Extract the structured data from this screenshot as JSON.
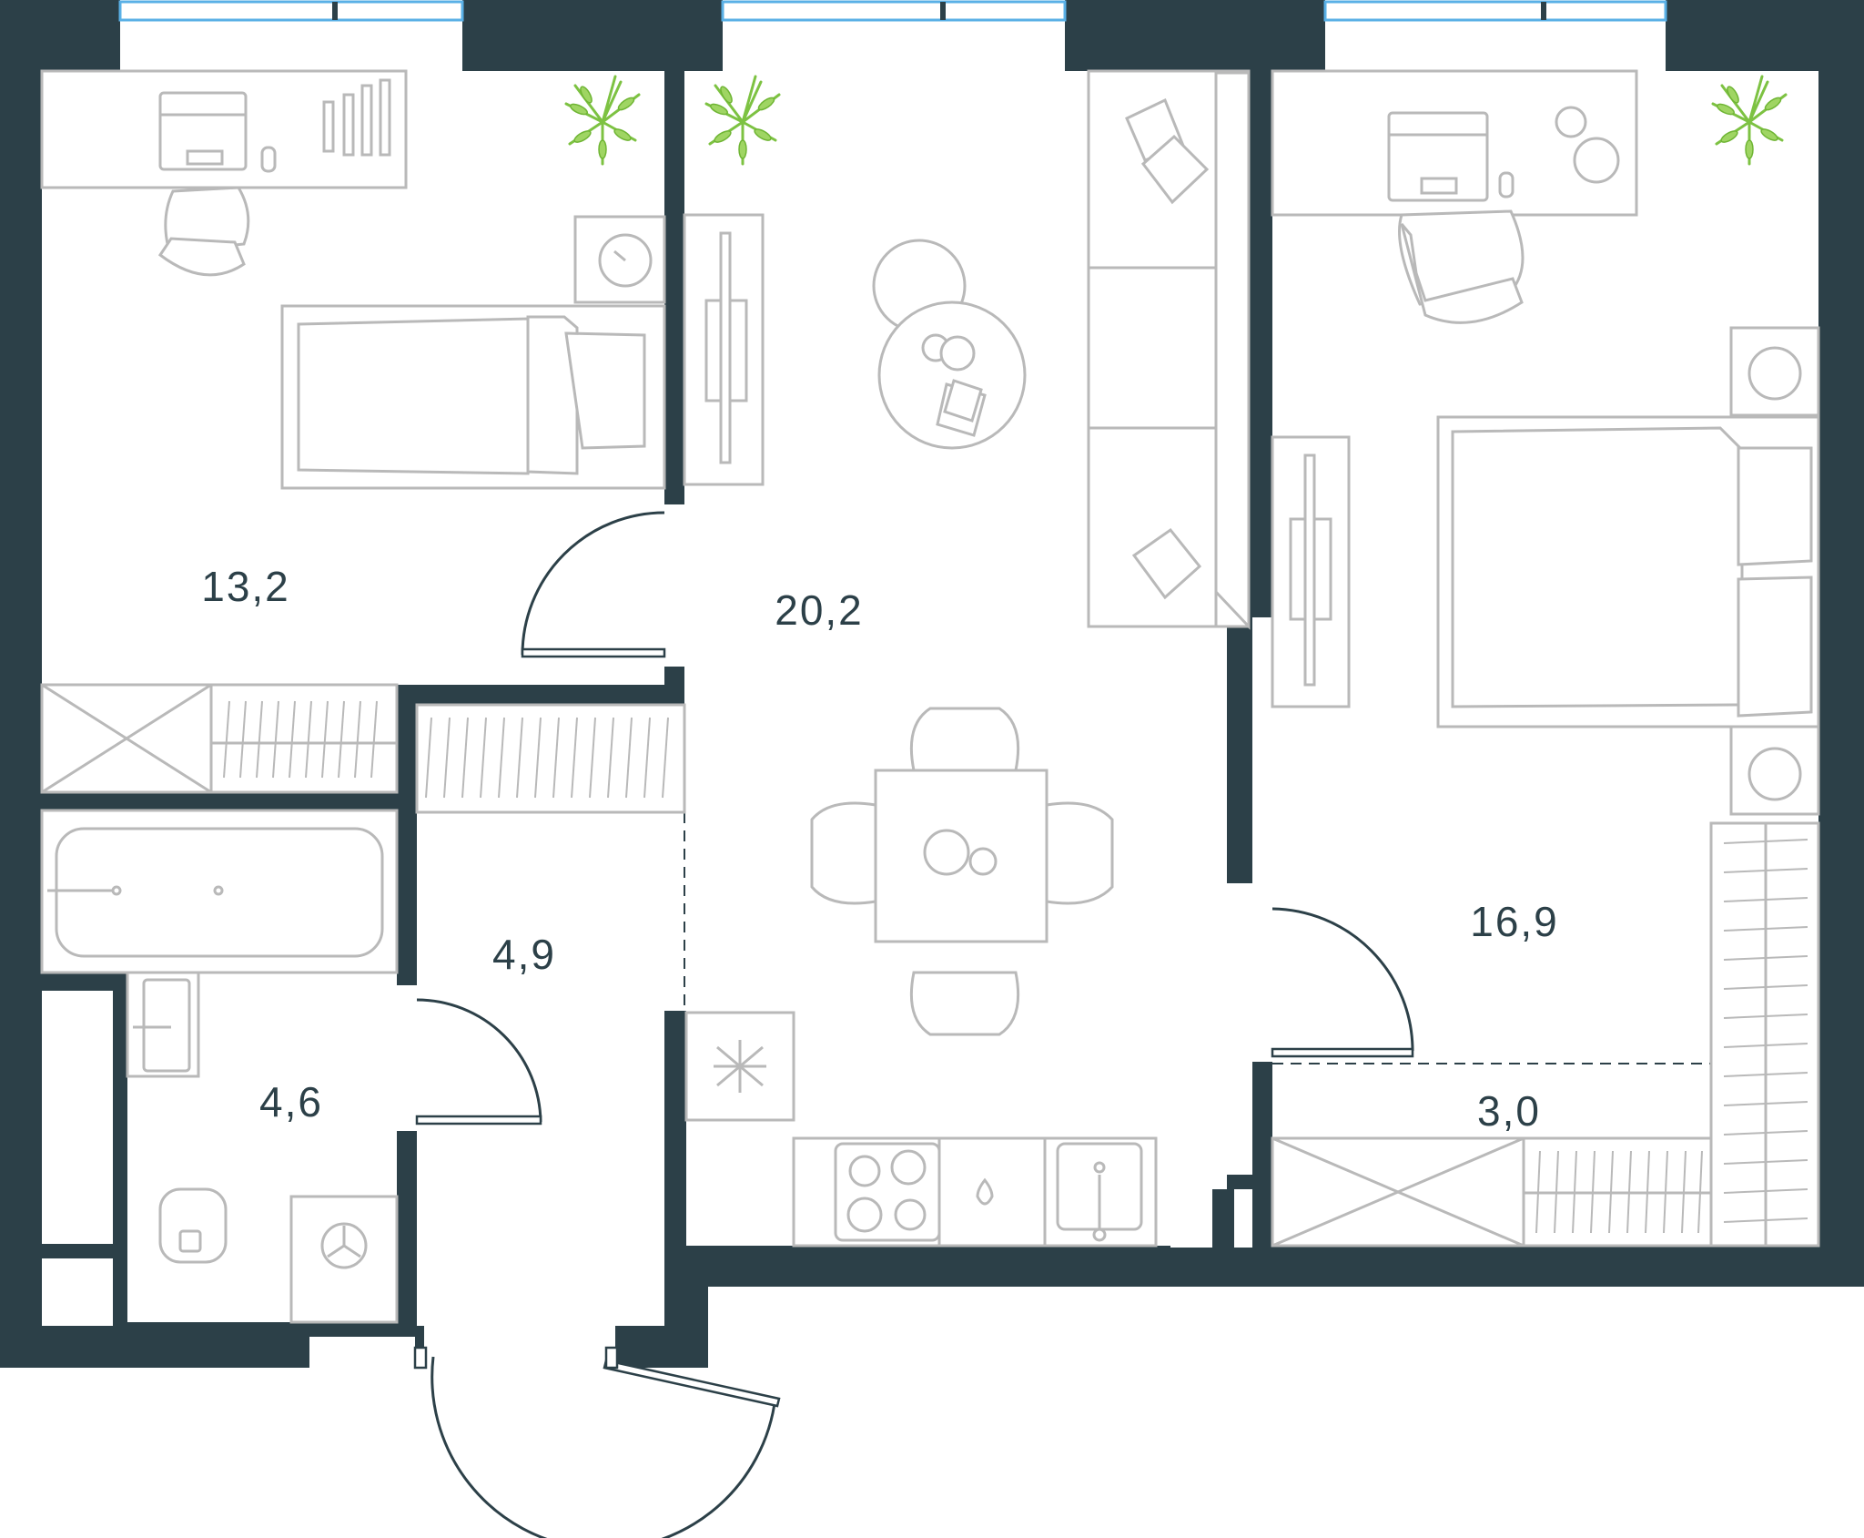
{
  "floorplan": {
    "rooms": [
      {
        "id": "bedroom-left",
        "area": "13,2"
      },
      {
        "id": "living-kitchen",
        "area": "20,2"
      },
      {
        "id": "bedroom-right",
        "area": "16,9"
      },
      {
        "id": "hallway",
        "area": "4,9"
      },
      {
        "id": "bathroom",
        "area": "4,6"
      },
      {
        "id": "wardrobe",
        "area": "3,0"
      }
    ],
    "colors": {
      "wall": "#2c4048",
      "furniture": "#b9b9b9",
      "plant": "#7dc242",
      "window": "#5ab0e6"
    }
  }
}
